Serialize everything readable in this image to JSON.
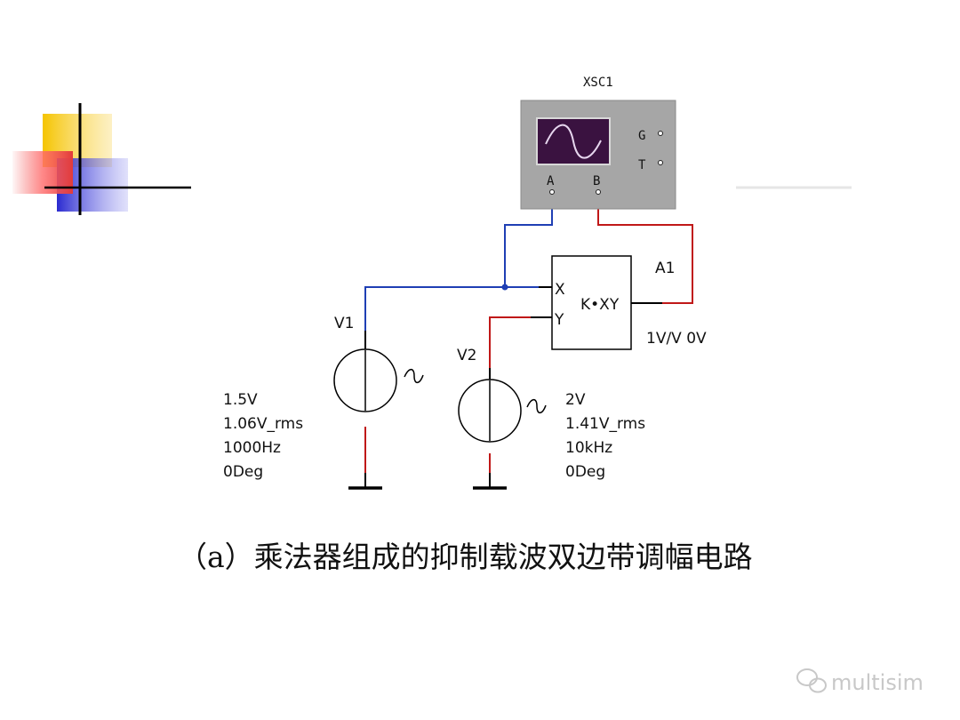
{
  "oscilloscope": {
    "name": "XSC1",
    "terminals": [
      "A",
      "B"
    ],
    "side_terminals": [
      "G",
      "T"
    ]
  },
  "multiplier": {
    "name": "A1",
    "inputs": [
      "X",
      "Y"
    ],
    "function": "K•XY",
    "params": "1V/V 0V"
  },
  "sources": [
    {
      "name": "V1",
      "lines": [
        "1.5V",
        "1.06V_rms",
        "1000Hz",
        "0Deg"
      ]
    },
    {
      "name": "V2",
      "lines": [
        "2V",
        "1.41V_rms",
        "10kHz",
        "0Deg"
      ]
    }
  ],
  "caption": "（a）乘法器组成的抑制载波双边带调幅电路",
  "watermark": "multisim",
  "colors": {
    "wire_blue": "#1f3fb4",
    "wire_red": "#c01818",
    "scope_body": "#a6a6a6",
    "scope_screen": "#3a1240",
    "deco_yellow": "#f5c400",
    "deco_red": "#e23a3a",
    "deco_blue": "#2a2ad0"
  }
}
